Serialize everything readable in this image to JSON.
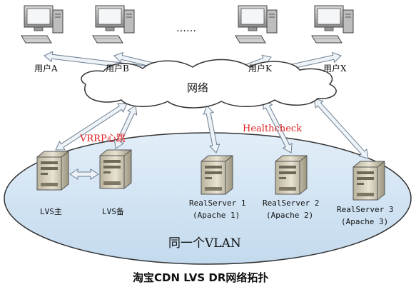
{
  "users": [
    {
      "label": "用户A"
    },
    {
      "label": "用户B"
    },
    {
      "label": "用户K"
    },
    {
      "label": "用户X"
    }
  ],
  "ellipsis": "……",
  "network_label": "网络",
  "vrrp_label": "VRRP心跳",
  "healthcheck_label": "Healthcheck",
  "lvs_servers": [
    {
      "label": "LVS主"
    },
    {
      "label": "LVS备"
    }
  ],
  "real_servers": [
    {
      "name": "RealServer 1",
      "sub": "(Apache 1)"
    },
    {
      "name": "RealServer 2",
      "sub": "(Apache 2)"
    },
    {
      "name": "RealServer 3",
      "sub": "(Apache 3)"
    }
  ],
  "vlan_label": "同一个VLAN",
  "caption": "淘宝CDN LVS DR网络拓扑",
  "colors": {
    "vlan_fill": "#cfe3f2",
    "arrow_fill": "#eef3f8",
    "arrow_stroke": "#6a7d8f",
    "red_text": "#e02020"
  }
}
